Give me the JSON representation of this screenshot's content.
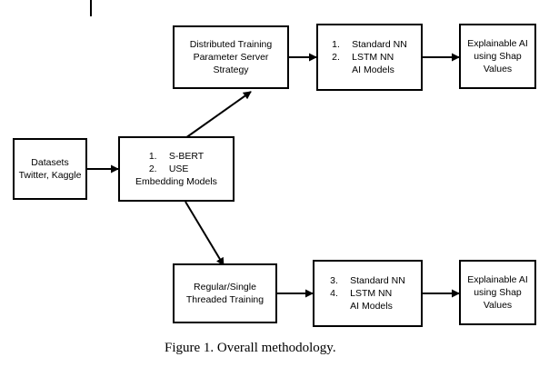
{
  "figure": {
    "caption": "Figure 1. Overall methodology."
  },
  "boxes": {
    "datasets": {
      "line1": "Datasets",
      "line2": "Twitter, Kaggle"
    },
    "embedding": {
      "item1_num": "1.",
      "item1_text": "S-BERT",
      "item2_num": "2.",
      "item2_text": "USE",
      "line3": "Embedding Models"
    },
    "distributed": {
      "line1": "Distributed Training",
      "line2": "Parameter Server",
      "line3": "Strategy"
    },
    "models_top": {
      "item1_num": "1.",
      "item1_text": "Standard NN",
      "item2_num": "2.",
      "item2_text": "LSTM NN",
      "line3": "AI Models"
    },
    "explain_top": {
      "line1": "Explainable AI",
      "line2": "using Shap",
      "line3": "Values"
    },
    "regular": {
      "line1": "Regular/Single",
      "line2": "Threaded Training"
    },
    "models_bottom": {
      "item1_num": "3.",
      "item1_text": "Standard NN",
      "item2_num": "4.",
      "item2_text": "LSTM NN",
      "line3": "AI Models"
    },
    "explain_bottom": {
      "line1": "Explainable AI",
      "line2": "using Shap",
      "line3": "Values"
    }
  },
  "colors": {
    "stroke": "#000000",
    "background": "#ffffff",
    "text": "#000000"
  }
}
